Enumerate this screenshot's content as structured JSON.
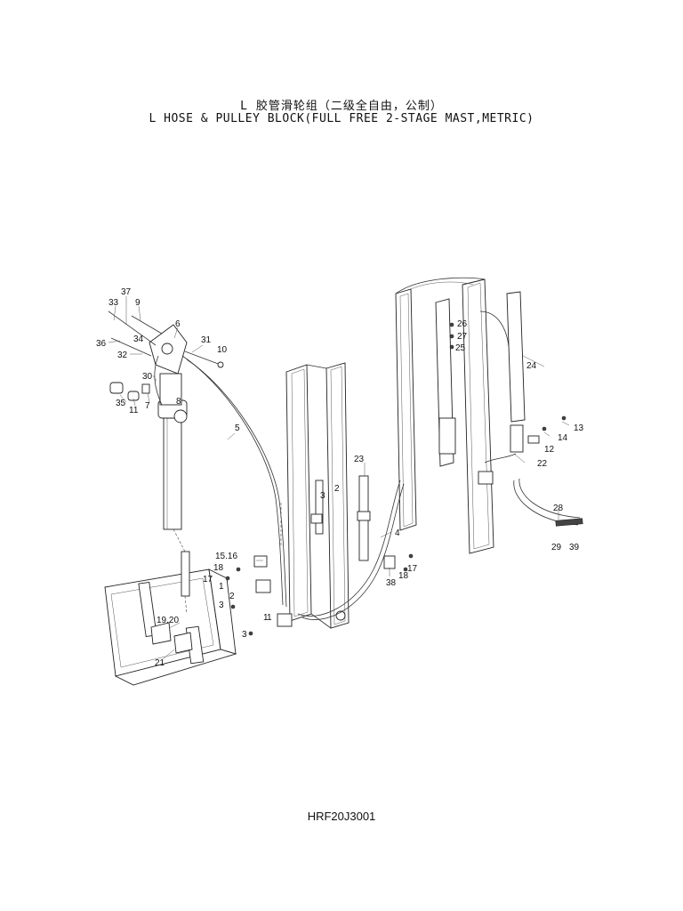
{
  "title": {
    "chinese": "L 胶管滑轮组（二级全自由，公制）",
    "english": "L HOSE & PULLEY BLOCK(FULL FREE 2-STAGE MAST,METRIC)"
  },
  "drawing_code": "HRF20J3001",
  "callouts": [
    "37",
    "33",
    "9",
    "6",
    "34",
    "31",
    "10",
    "36",
    "32",
    "30",
    "35",
    "11",
    "7",
    "8",
    "5",
    "23",
    "3",
    "2",
    "26",
    "27",
    "25",
    "24",
    "13",
    "14",
    "12",
    "22",
    "28",
    "29",
    "39",
    "4",
    "15.16",
    "18",
    "17",
    "1",
    "38",
    "18",
    "17",
    "19.20",
    "21",
    "3",
    "2",
    "1",
    "3",
    "1"
  ]
}
